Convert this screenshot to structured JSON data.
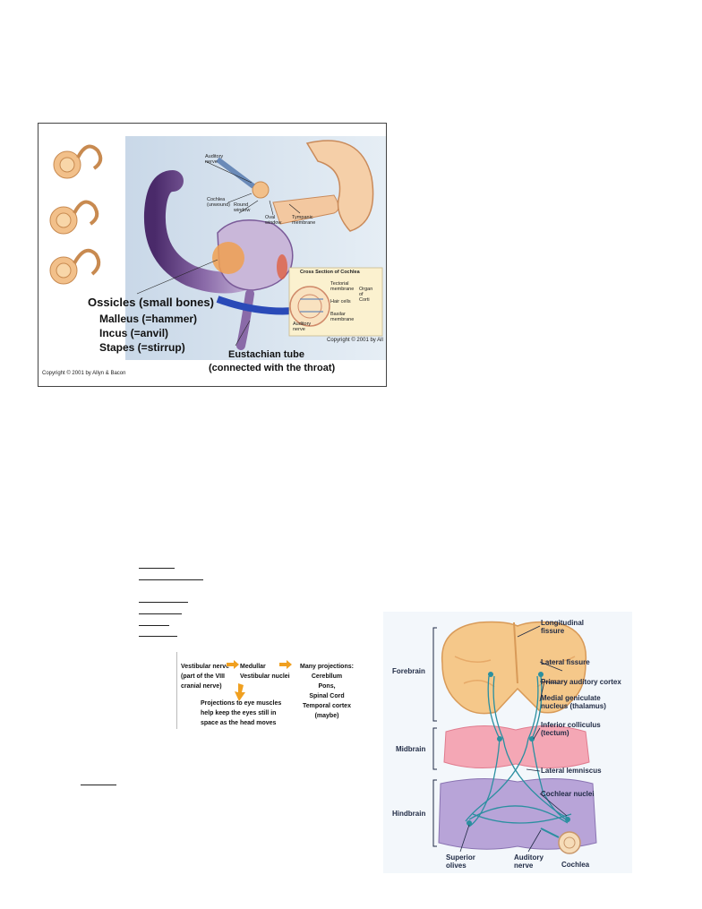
{
  "ear_figure": {
    "labels": {
      "auditory_nerve": "Auditory\nnerve",
      "cochlea": "Cochlea\n(unwound)",
      "round_window": "Round\nwindow",
      "oval_window": "Oval\nwindow",
      "tympanic_membrane": "Tympanic\nmembrane"
    },
    "ossicles_title": "Ossicles (small bones)",
    "ossicles": [
      "Malleus (=hammer)",
      "Incus (=anvil)",
      "Stapes (=stirrup)"
    ],
    "eustachian_title": "Eustachian tube",
    "eustachian_note": "(connected with the throat)",
    "inset": {
      "title": "Cross Section of Cochlea",
      "tectorial": "Tectorial\nmembrane",
      "hair_cells": "Hair cells",
      "organ_of_corti": "Organ\nof\nCorti",
      "basilar": "Basilar\nmembrane",
      "auditory_nerve": "Auditory\nnerve"
    },
    "copyright_right": "Copyright © 2001 by All",
    "copyright_left": "Copyright © 2001 by Allyn & Bacon"
  },
  "vestibular_flow": {
    "vestibular_nerve": "Vestibular nerve\n(part of the VIII\ncranial nerve)",
    "medullar": "Medullar\nVestibular nuclei",
    "many_projections": "Many projections:\nCerebllum\nPons,\nSpinal Cord\nTemporal cortex\n(maybe)",
    "eye_muscles": "Projections to eye muscles\nhelp keep the eyes still in\nspace as the head moves",
    "arrow_color": "#f0a020"
  },
  "brain_figure": {
    "divisions": [
      "Forebrain",
      "Midbrain",
      "Hindbrain"
    ],
    "labels": {
      "longitudinal_fissure": "Longitudinal\nfissure",
      "lateral_fissure": "Lateral fissure",
      "primary_auditory_cortex": "Primary auditory cortex",
      "medial_geniculate": "Medial geniculate\nnucleus (thalamus)",
      "inferior_colliculus": "Inferior colliculus\n(tectum)",
      "lateral_lemniscus": "Lateral lemniscus",
      "cochlear_nuclei": "Cochlear nuclei",
      "superior_olives": "Superior\nolives",
      "auditory_nerve": "Auditory\nnerve",
      "cochlea": "Cochlea"
    },
    "colors": {
      "pathway": "#2a8fa0",
      "cortex": "#f5c88a",
      "midbrain": "#f4a7b5",
      "hindbrain": "#b8a4d8"
    }
  }
}
